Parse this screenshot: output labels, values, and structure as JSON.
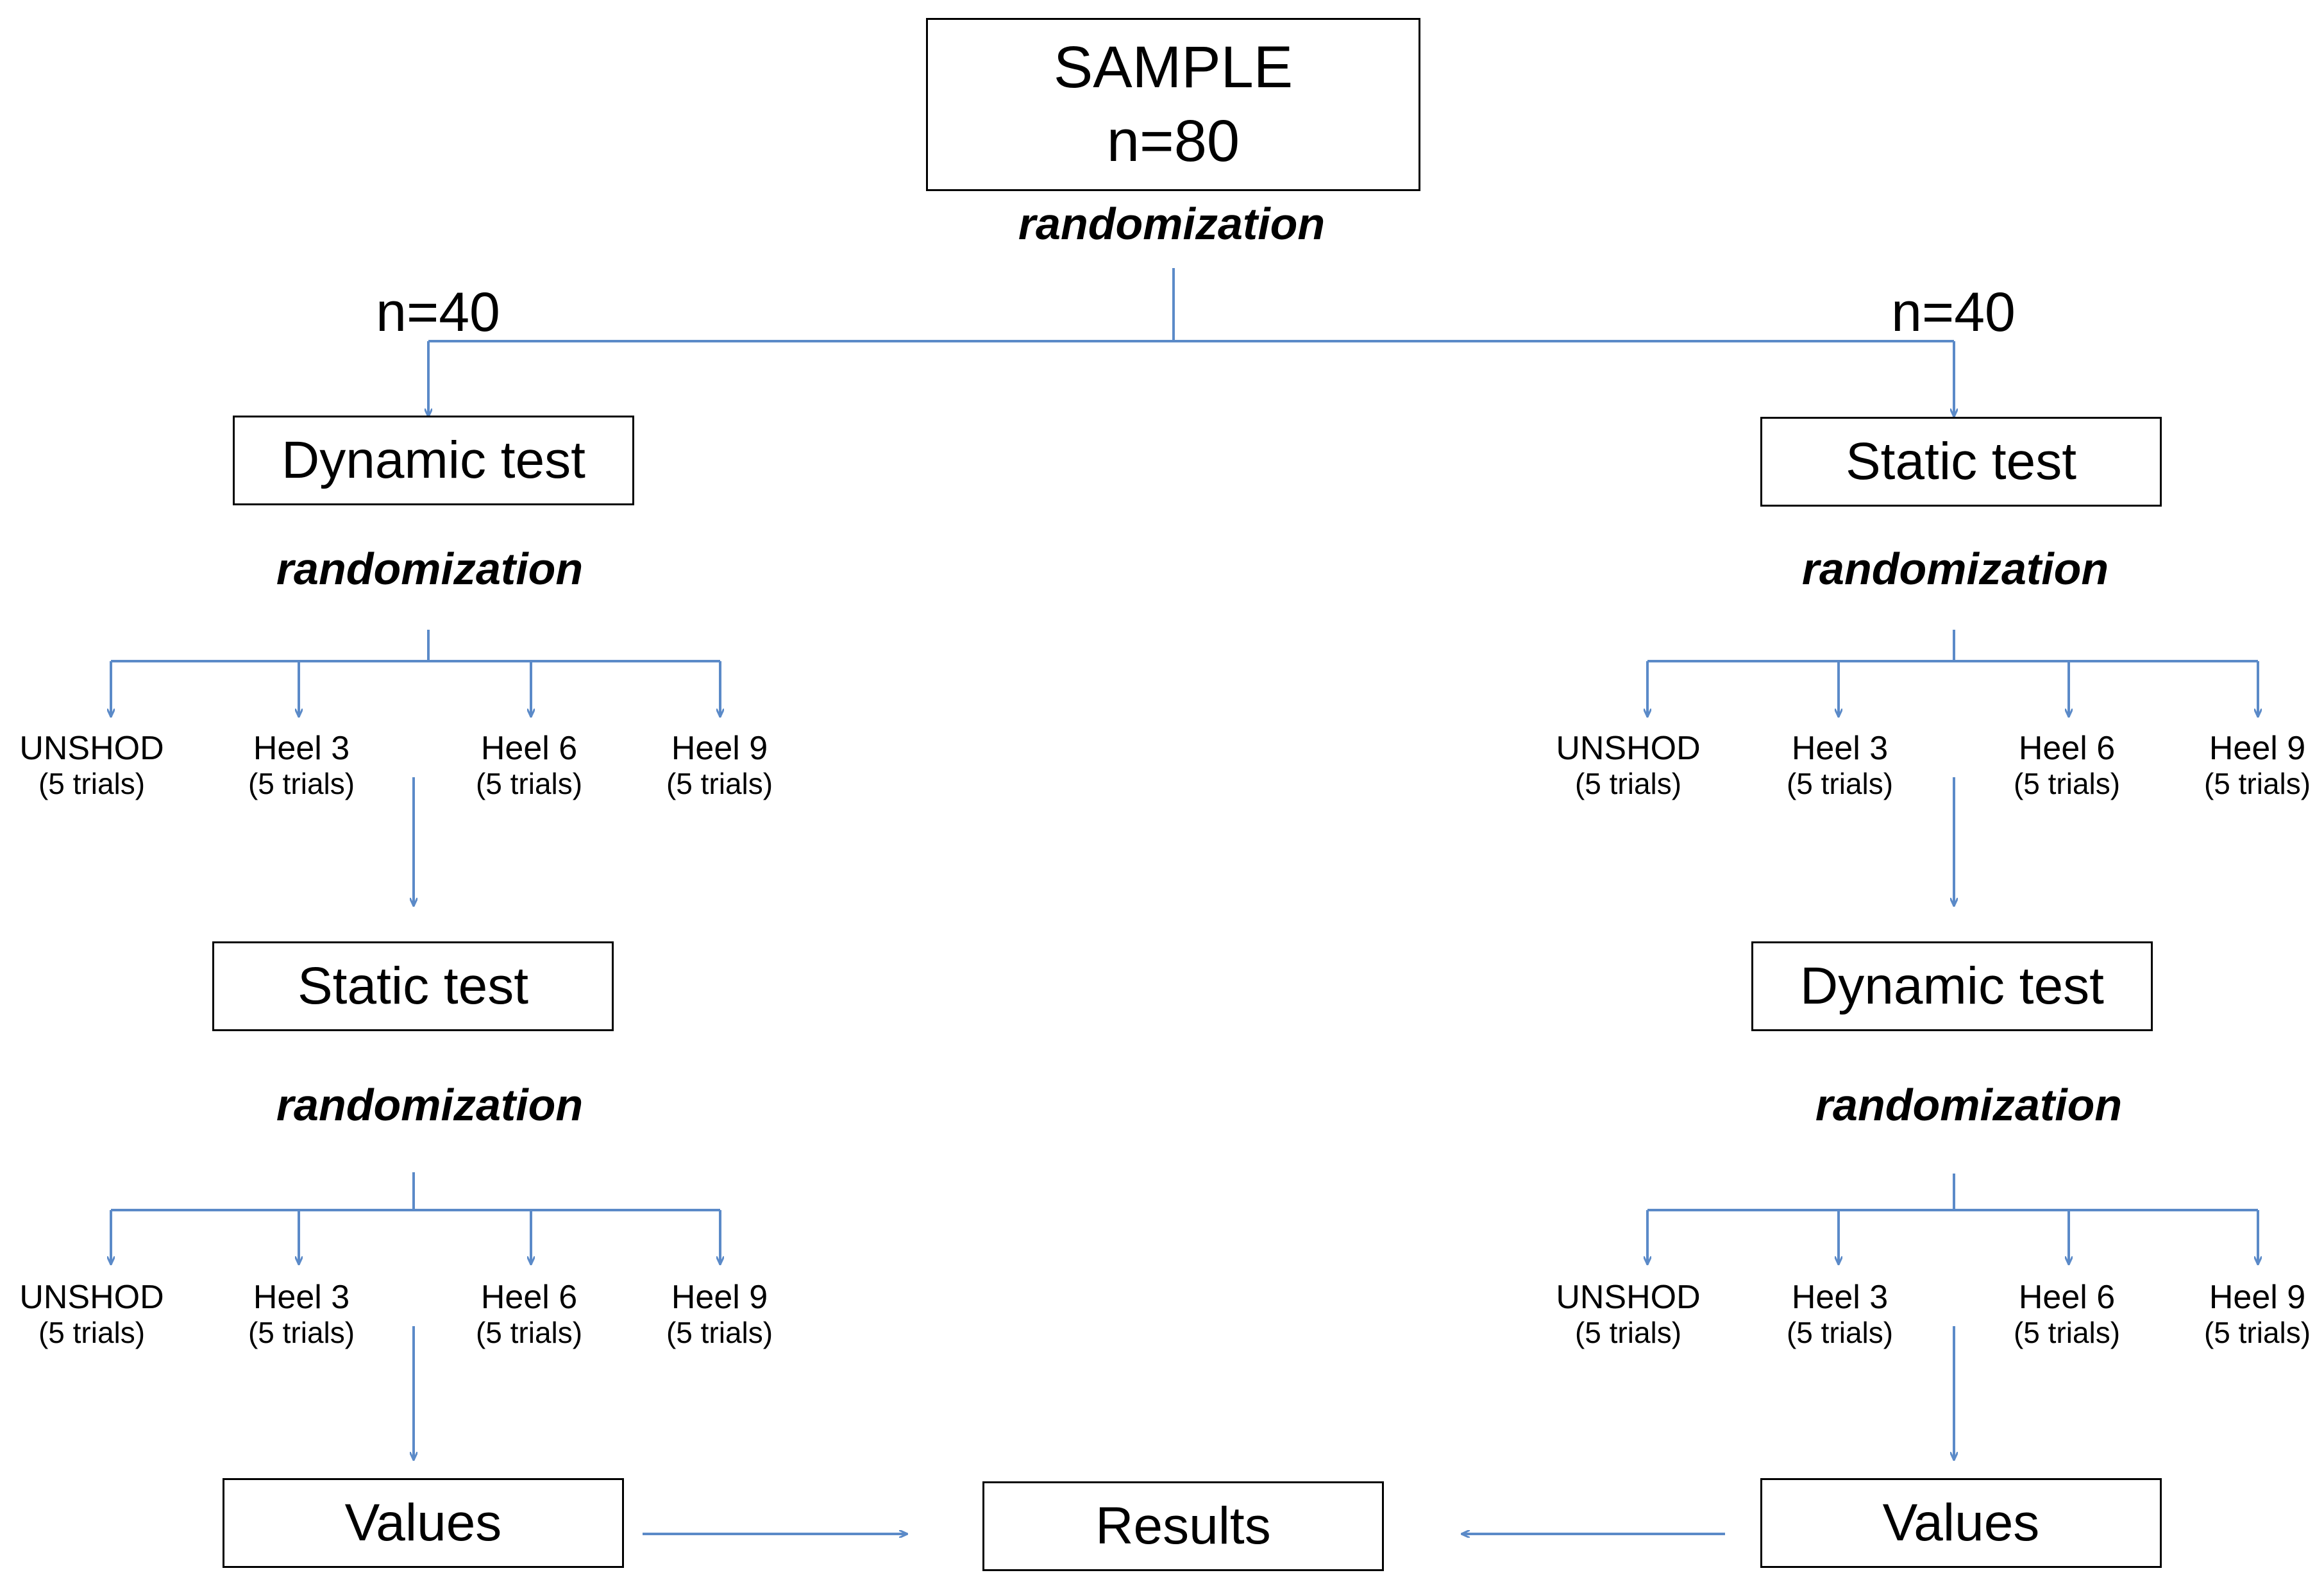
{
  "sample": {
    "title": "SAMPLE",
    "n": "n=80"
  },
  "randomization_label": "randomization",
  "arm_left": {
    "n": "n=40",
    "first_test": "Dynamic test",
    "second_test": "Static test",
    "values": "Values"
  },
  "arm_right": {
    "n": "n=40",
    "first_test": "Static test",
    "second_test": "Dynamic test",
    "values": "Values"
  },
  "conditions": [
    {
      "name": "UNSHOD",
      "trials": "(5 trials)"
    },
    {
      "name": "Heel  3",
      "trials": "(5 trials)"
    },
    {
      "name": "Heel  6",
      "trials": "(5 trials)"
    },
    {
      "name": "Heel  9",
      "trials": "(5 trials)"
    }
  ],
  "results": "Results",
  "colors": {
    "connector": "#5b8ac8",
    "box_border": "#000000",
    "text": "#000000"
  }
}
